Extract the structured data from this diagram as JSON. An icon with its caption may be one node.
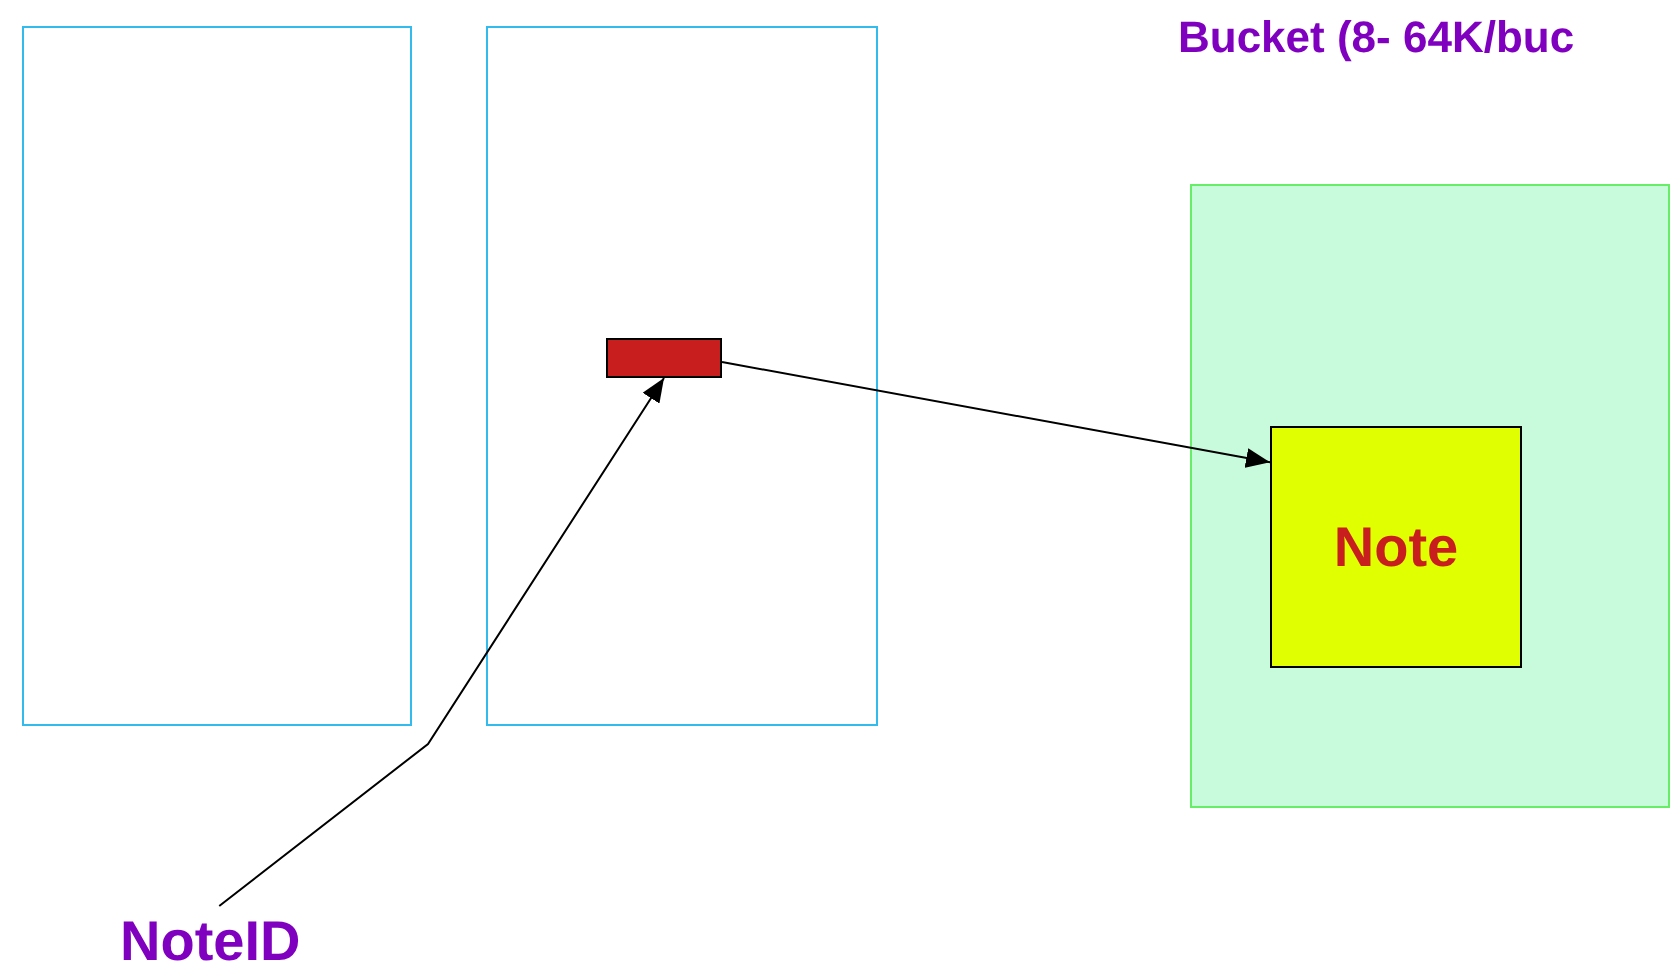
{
  "diagram": {
    "nodes": [
      {
        "text": [],
        "shape": "box"
      },
      {
        "text": [],
        "shape": "box"
      },
      {
        "text": [],
        "shape": "bar",
        "in": 1
      },
      {
        "text": [],
        "shape": "box"
      },
      {
        "text": [
          "Note"
        ],
        "in": 3
      },
      {
        "text": [
          "NoteID"
        ]
      }
    ],
    "edges": [
      {
        "from": 2,
        "to": 4,
        "arrow": "to"
      },
      {
        "from": 5,
        "to": 2,
        "arrow": "to"
      }
    ],
    "labels": [
      "Bucket (8- 64K/buc"
    ]
  }
}
